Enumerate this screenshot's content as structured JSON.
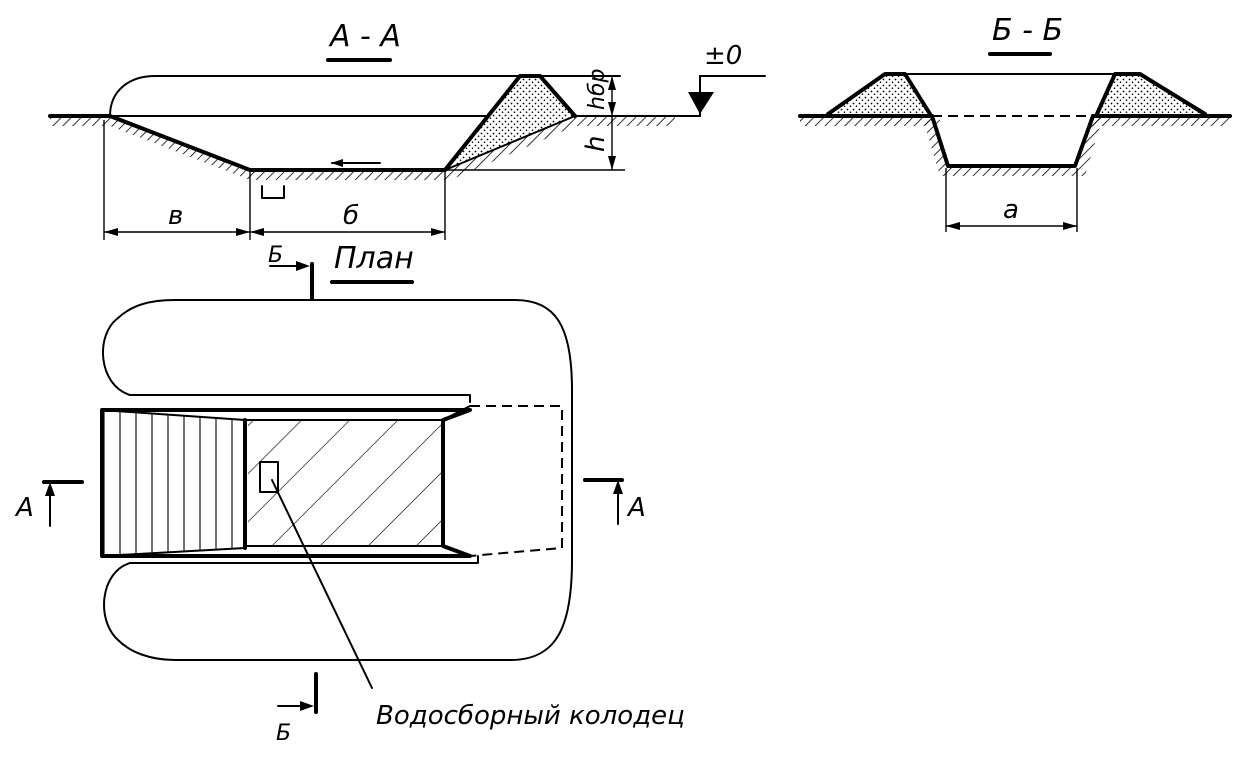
{
  "section_aa": {
    "title": "А - А",
    "dim_b": "в",
    "dim_d": "б",
    "dim_h": "h",
    "dim_hbr": "hбр",
    "level_mark": "±0"
  },
  "section_bb": {
    "title": "Б - Б",
    "dim_a": "а"
  },
  "plan": {
    "title": "План",
    "cut_a_left": "А",
    "cut_a_right": "А",
    "cut_b_top": "Б",
    "cut_b_bottom": "Б",
    "callout": "Водосборный колодец"
  }
}
